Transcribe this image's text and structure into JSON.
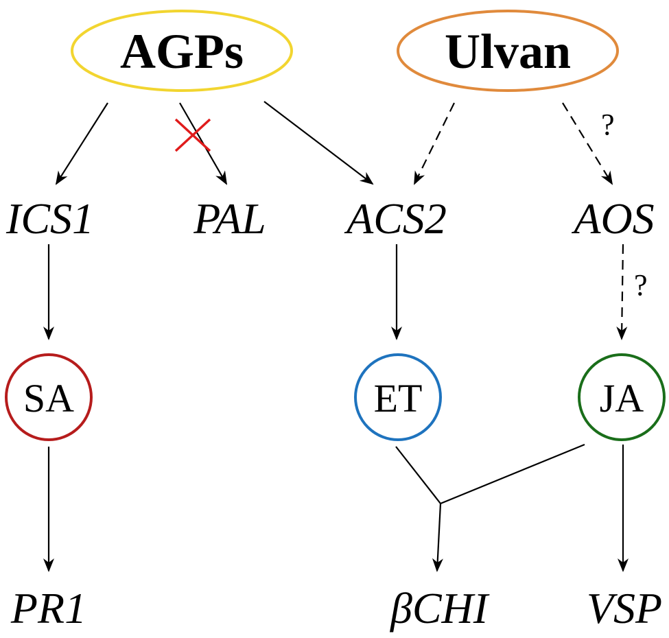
{
  "colors": {
    "agps": "#F2D530",
    "ulvan": "#E08A3C",
    "sa": "#B61C1C",
    "et": "#1E73BE",
    "ja": "#1A6E1A",
    "block": "#E01B1B"
  },
  "nodes": {
    "agps": {
      "label": "AGPs"
    },
    "ulvan": {
      "label": "Ulvan"
    },
    "ics1": {
      "label": "ICS1"
    },
    "pal": {
      "label": "PAL"
    },
    "acs2": {
      "label": "ACS2"
    },
    "aos": {
      "label": "AOS"
    },
    "sa": {
      "label": "SA"
    },
    "et": {
      "label": "ET"
    },
    "ja": {
      "label": "JA"
    },
    "pr1": {
      "label": "PR1"
    },
    "bchi": {
      "label": "βCHI"
    },
    "vsp": {
      "label": "VSP"
    }
  },
  "annotations": {
    "q_ulvan_aos": "?",
    "q_aos_ja": "?"
  },
  "edges": [
    {
      "from": "AGPs",
      "to": "ICS1",
      "style": "solid"
    },
    {
      "from": "AGPs",
      "to": "PAL",
      "style": "solid",
      "blocked": true
    },
    {
      "from": "AGPs",
      "to": "ACS2",
      "style": "solid"
    },
    {
      "from": "Ulvan",
      "to": "ACS2",
      "style": "dashed"
    },
    {
      "from": "Ulvan",
      "to": "AOS",
      "style": "dashed",
      "uncertain": true
    },
    {
      "from": "ICS1",
      "to": "SA",
      "style": "solid"
    },
    {
      "from": "ACS2",
      "to": "ET",
      "style": "solid"
    },
    {
      "from": "AOS",
      "to": "JA",
      "style": "dashed",
      "uncertain": true
    },
    {
      "from": "SA",
      "to": "PR1",
      "style": "solid"
    },
    {
      "from": "ET+JA",
      "to": "βCHI",
      "style": "solid"
    },
    {
      "from": "JA",
      "to": "VSP",
      "style": "solid"
    }
  ]
}
